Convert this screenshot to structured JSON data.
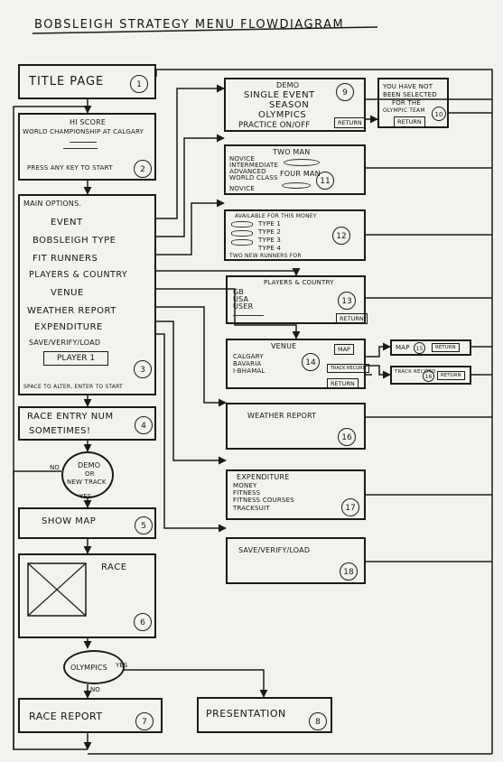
{
  "title": "Bobsleigh Strategy Menu Flowdiagram",
  "nodes": {
    "n1": {
      "label": "Title Page",
      "num": "1"
    },
    "n2": {
      "lines": [
        "Hi Score",
        "World Championship at Calgary",
        "Press any key to start"
      ],
      "num": "2"
    },
    "n3": {
      "header": "Main Options.",
      "items": [
        "Event",
        "Bobsleigh Type",
        "Fit Runners",
        "Players & Country",
        "Venue",
        "Weather Report",
        "Expenditure",
        "Save/Verify/Load"
      ],
      "player": "Player 1",
      "footer": "Space to alter, enter to start",
      "num": "3"
    },
    "n4": {
      "lines": [
        "Race Entry Num",
        "Sometimes!"
      ],
      "num": "4"
    },
    "decision1": {
      "lines": [
        "Demo",
        "or",
        "New Track"
      ],
      "no": "No",
      "yes": "Yes"
    },
    "n5": {
      "label": "Show Map",
      "num": "5"
    },
    "n6": {
      "label": "Race",
      "num": "6"
    },
    "decision2": {
      "label": "Olympics",
      "yes": "Yes",
      "no": "No"
    },
    "n7": {
      "label": "Race Report",
      "num": "7"
    },
    "n8": {
      "label": "Presentation",
      "num": "8"
    },
    "n9": {
      "lines": [
        "Demo",
        "Single Event",
        "Season",
        "Olympics",
        "Practice On/Off"
      ],
      "return": "Return",
      "num": "9"
    },
    "n10": {
      "lines": [
        "You have not",
        "been selected",
        "for the",
        "Olympic Team"
      ],
      "return": "Return",
      "num": "10"
    },
    "n11": {
      "head1": "Two Man",
      "head2": "Four Man",
      "rows": [
        "Novice",
        "Intermediate",
        "Advanced",
        "World Class"
      ],
      "extra": "Novice",
      "num": "11"
    },
    "n12": {
      "top": "Available for this money",
      "types": [
        "Type 1",
        "Type 2",
        "Type 3",
        "Type 4"
      ],
      "bottom": "Two new runners for",
      "num": "12"
    },
    "n13": {
      "header": "Players & Country",
      "lines": [
        "GB",
        "USA",
        "User"
      ],
      "return": "Return",
      "num": "13"
    },
    "n14": {
      "header": "Venue",
      "lines": [
        "Calgary",
        "Bavaria",
        "I-Bhamal"
      ],
      "map": "Map",
      "track": "Track Record",
      "return": "Return",
      "num": "14"
    },
    "n15": {
      "label": "Map",
      "return": "Return",
      "num": "15"
    },
    "n16": {
      "label": "Track Record",
      "return": "Return",
      "num": "16"
    },
    "n17": {
      "label": "Weather Report",
      "num": "16"
    },
    "n18": {
      "header": "Expenditure",
      "lines": [
        "Money",
        "Fitness",
        "Fitness Courses",
        "Tracksuit"
      ],
      "num": "17"
    },
    "n19": {
      "label": "Save/Verify/Load",
      "num": "18"
    }
  }
}
